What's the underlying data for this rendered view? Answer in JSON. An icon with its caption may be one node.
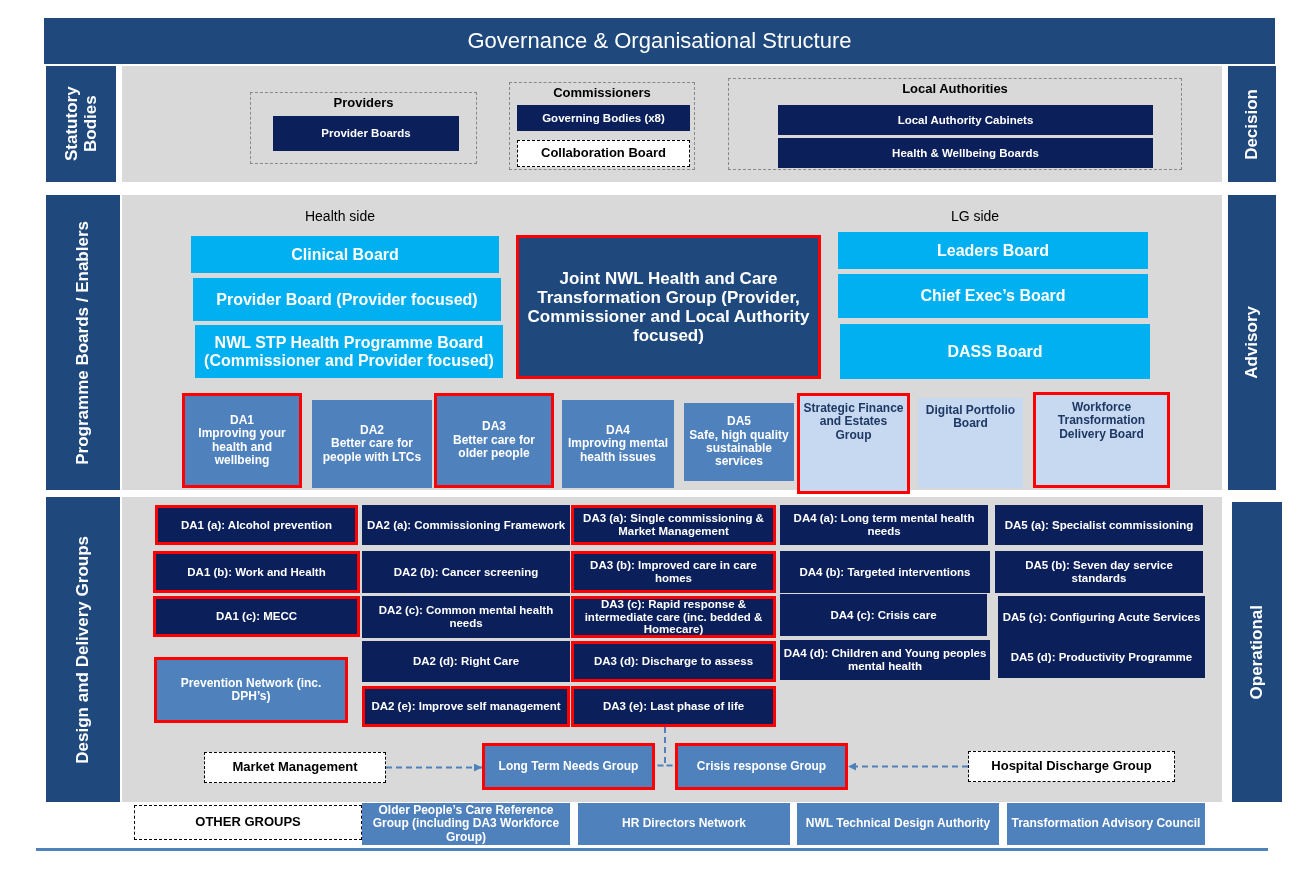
{
  "diagram": {
    "title": "Governance & Organisational Structure",
    "nodes": [
      {
        "text": [
          "Statutory Bodies"
        ]
      },
      {
        "text": [
          "Providers"
        ]
      },
      {
        "text": [
          "Provider Boards"
        ],
        "in": 1
      },
      {
        "text": [
          "Commissioners"
        ]
      },
      {
        "text": [
          "Governing Bodies (x8)"
        ],
        "in": 3
      },
      {
        "text": [
          "Collaboration Board"
        ],
        "in": 3
      },
      {
        "text": [
          "Local Authorities"
        ]
      },
      {
        "text": [
          "Local Authority Cabinets"
        ],
        "in": 6
      },
      {
        "text": [
          "Health & Wellbeing Boards"
        ],
        "in": 6
      },
      {
        "text": [
          "Decision"
        ]
      },
      {
        "text": [
          "Programme Boards / Enablers"
        ]
      },
      {
        "text": [
          "Clinical Board"
        ]
      },
      {
        "text": [
          "Provider Board (Provider focused)"
        ]
      },
      {
        "text": [
          "NWL STP Health Programme Board (Commissioner and Provider focused)"
        ]
      },
      {
        "text": [
          "Joint NWL Health and Care Transformation Group (Provider, Commissioner and Local Authority focused)"
        ]
      },
      {
        "text": [
          "Leaders Board"
        ]
      },
      {
        "text": [
          "Chief Exec’s Board"
        ]
      },
      {
        "text": [
          "DASS Board"
        ]
      },
      {
        "text": [
          "Advisory"
        ]
      },
      {
        "text": [
          "DA1",
          "Improving your health and wellbeing"
        ]
      },
      {
        "text": [
          "DA2",
          "Better care for people with LTCs"
        ]
      },
      {
        "text": [
          "DA3",
          "Better care for older people"
        ]
      },
      {
        "text": [
          "DA4",
          "Improving mental health issues"
        ]
      },
      {
        "text": [
          "DA5",
          "Safe, high quality sustainable services"
        ]
      },
      {
        "text": [
          "Strategic Finance and Estates Group"
        ]
      },
      {
        "text": [
          "Digital Portfolio Board"
        ]
      },
      {
        "text": [
          "Workforce Transformation Delivery Board"
        ]
      },
      {
        "text": [
          "Design and Delivery Groups"
        ]
      },
      {
        "text": [
          "DA1 (a): Alcohol prevention"
        ]
      },
      {
        "text": [
          "DA2 (a): Commissioning Framework"
        ]
      },
      {
        "text": [
          "DA3 (a): Single commissioning & Market Management"
        ]
      },
      {
        "text": [
          "DA4 (a): Long term mental health needs"
        ]
      },
      {
        "text": [
          "DA5 (a): Specialist commissioning"
        ]
      },
      {
        "text": [
          "DA1 (b): Work and Health"
        ]
      },
      {
        "text": [
          "DA2 (b): Cancer screening"
        ]
      },
      {
        "text": [
          "DA3 (b): Improved care in care homes"
        ]
      },
      {
        "text": [
          "DA4 (b): Targeted interventions"
        ]
      },
      {
        "text": [
          "DA5 (b): Seven day service standards"
        ]
      },
      {
        "text": [
          "DA1 (c): MECC"
        ]
      },
      {
        "text": [
          "DA2 (c): Common mental health needs"
        ]
      },
      {
        "text": [
          "DA3 (c): Rapid response & intermediate care (inc. bedded & Homecare)"
        ]
      },
      {
        "text": [
          "DA4 (c): Crisis care"
        ]
      },
      {
        "text": [
          "DA5 (c): Configuring Acute Services",
          "DA5 (d): Productivity Programme"
        ]
      },
      {
        "text": [
          "Prevention Network (inc. DPH’s)"
        ]
      },
      {
        "text": [
          "DA2 (d): Right Care"
        ]
      },
      {
        "text": [
          "DA3 (d): Discharge to assess"
        ]
      },
      {
        "text": [
          "DA4 (d): Children and Young peoples mental health"
        ]
      },
      {
        "text": [
          "DA2 (e): Improve self management"
        ]
      },
      {
        "text": [
          "DA3 (e): Last phase of life"
        ]
      },
      {
        "text": [
          "Market Management"
        ]
      },
      {
        "text": [
          "Long Term Needs Group"
        ]
      },
      {
        "text": [
          "Crisis response Group"
        ]
      },
      {
        "text": [
          "Hospital Discharge Group"
        ]
      },
      {
        "text": [
          "Operational"
        ]
      },
      {
        "text": [
          "OTHER GROUPS"
        ]
      },
      {
        "text": [
          "Older People’s Care Reference Group (including DA3 Workforce Group)"
        ]
      },
      {
        "text": [
          "HR Directors Network"
        ]
      },
      {
        "text": [
          "NWL Technical Design Authority"
        ]
      },
      {
        "text": [
          "Transformation Advisory Council"
        ]
      }
    ],
    "edges": [
      {
        "from": 49,
        "to": 50,
        "arrow": "to",
        "style": "dashed"
      },
      {
        "from": 52,
        "to": 51,
        "arrow": "to",
        "style": "dashed"
      },
      {
        "from": 48,
        "to": 50,
        "arrow": "none",
        "style": "dashed"
      },
      {
        "from": 48,
        "to": 51,
        "arrow": "none",
        "style": "dashed"
      }
    ],
    "labels": [
      "Health side",
      "LG side"
    ]
  }
}
